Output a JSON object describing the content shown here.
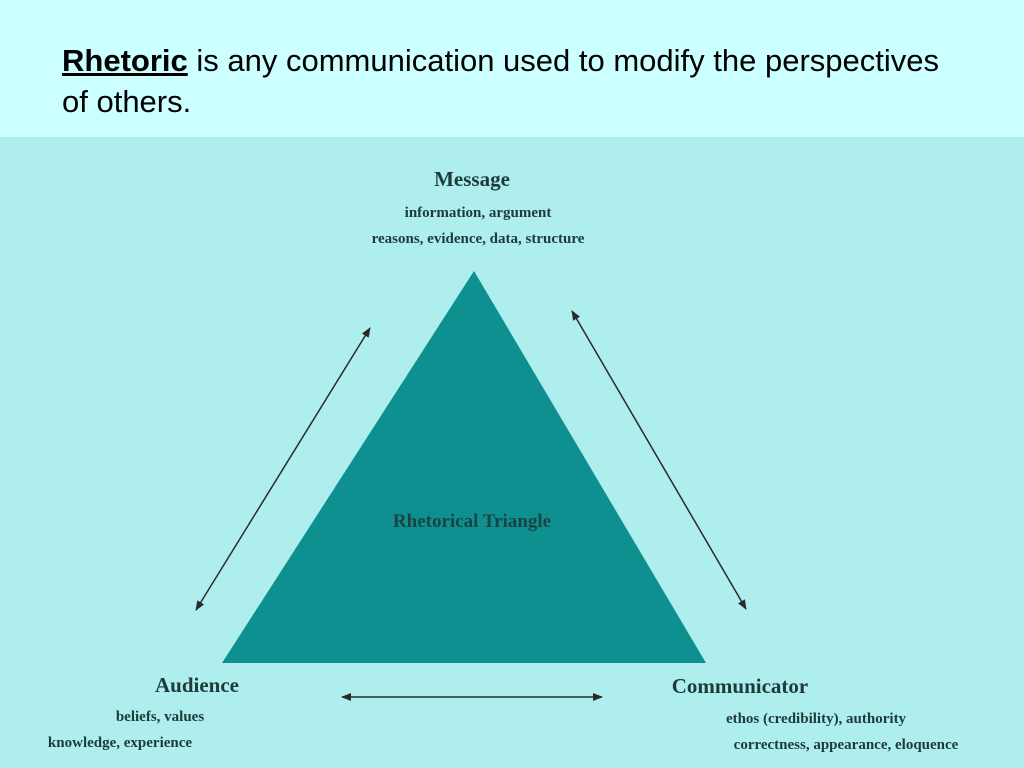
{
  "heading": {
    "term": "Rhetoric",
    "rest": " is any communication used to modify the perspectives of others."
  },
  "diagram": {
    "center_label": "Rhetorical Triangle",
    "message": {
      "title": "Message",
      "line1": "information, argument",
      "line2": "reasons, evidence, data, structure"
    },
    "audience": {
      "title": "Audience",
      "line1": "beliefs, values",
      "line2": "knowledge, experience"
    },
    "communicator": {
      "title": "Communicator",
      "line1": "ethos (credibility), authority",
      "line2": "correctness, appearance, eloquence"
    }
  },
  "colors": {
    "slide_background": "#ccffff",
    "diagram_background": "#aeeeee",
    "triangle_fill": "#0f9090",
    "arrow_color": "#2a2a2a"
  }
}
